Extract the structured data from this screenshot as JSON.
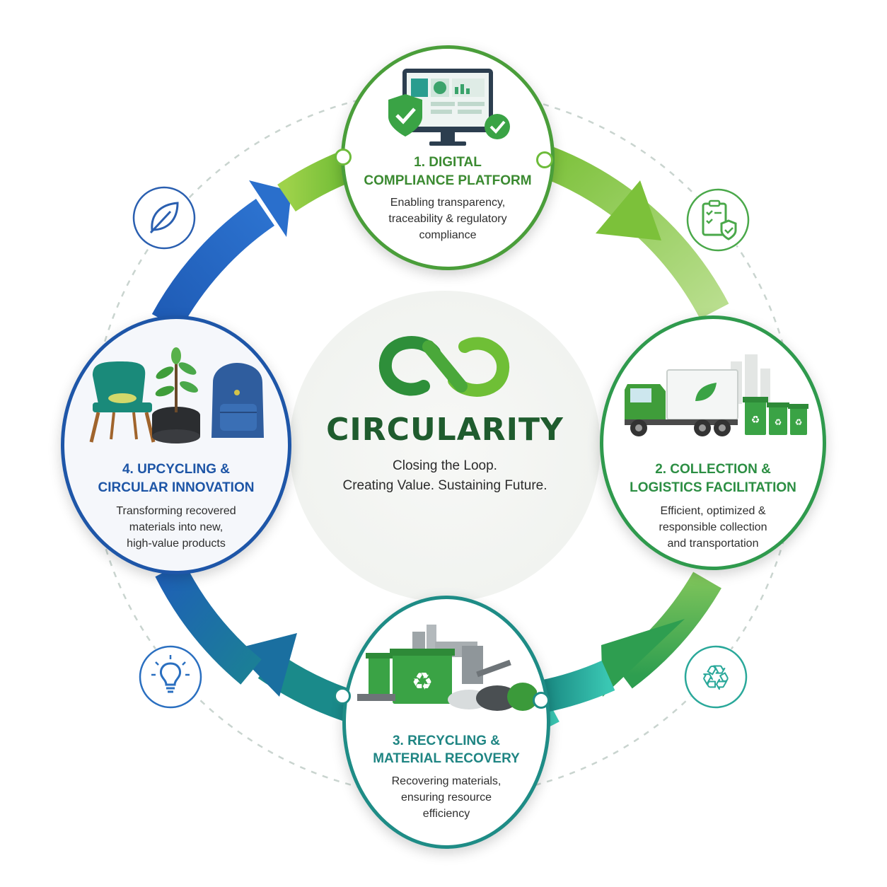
{
  "center": {
    "title": "CIRCULARITY",
    "subtitle_line1": "Closing the Loop.",
    "subtitle_line2": "Creating Value. Sustaining Future.",
    "logo_icon": "infinity-loop-icon"
  },
  "steps": [
    {
      "title_line1": "1. DIGITAL",
      "title_line2": "COMPLIANCE PLATFORM",
      "desc_line1": "Enabling transparency,",
      "desc_line2": "traceability & regulatory",
      "desc_line3": "compliance",
      "color": "#3d9a3c",
      "illustration": "monitor-dashboard-with-shield-icon"
    },
    {
      "title_line1": "2. COLLECTION &",
      "title_line2": "LOGISTICS FACILITATION",
      "desc_line1": "Efficient, optimized &",
      "desc_line2": "responsible collection",
      "desc_line3": "and transportation",
      "color": "#2f9a44",
      "illustration": "truck-and-recycling-bins-icon"
    },
    {
      "title_line1": "3. RECYCLING &",
      "title_line2": "MATERIAL RECOVERY",
      "desc_line1": "Recovering materials,",
      "desc_line2": "ensuring resource",
      "desc_line3": "efficiency",
      "color": "#1e8c86",
      "illustration": "recycling-facility-icon"
    },
    {
      "title_line1": "4. UPCYCLING &",
      "title_line2": "CIRCULAR INNOVATION",
      "desc_line1": "Transforming recovered",
      "desc_line2": "materials into new,",
      "desc_line3": "high-value products",
      "color": "#1e56a8",
      "illustration": "chair-plant-tire-backpack-icon"
    }
  ],
  "side_icons": [
    "leaf-icon",
    "checklist-shield-icon",
    "recycle-icon",
    "lightbulb-icon"
  ],
  "colors": {
    "green_light": "#8cc63f",
    "green": "#3a9d3f",
    "teal": "#22a59a",
    "blue": "#1f5fbf",
    "title_dark_green": "#1f5c2e"
  }
}
